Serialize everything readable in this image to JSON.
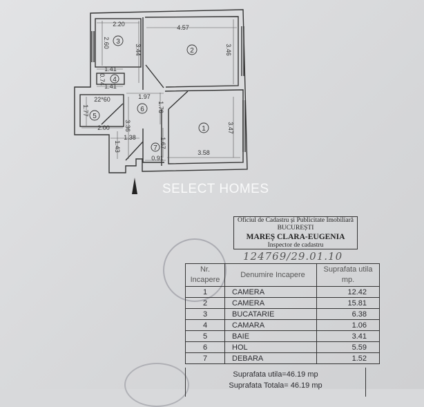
{
  "watermark": "SELECT HOMES",
  "plan": {
    "rooms": [
      {
        "nr": "1"
      },
      {
        "nr": "2"
      },
      {
        "nr": "3"
      },
      {
        "nr": "4"
      },
      {
        "nr": "5"
      },
      {
        "nr": "6"
      },
      {
        "nr": "7"
      }
    ],
    "dimensions": {
      "d_2_20": "2.20",
      "d_4_57": "4.57",
      "d_2_60": "2.60",
      "d_3_44": "3.44",
      "d_3_46": "3.46",
      "d_1_41a": "1.41",
      "d_0_74": "0.74",
      "d_1_41b": "1.41",
      "d_1_97": "1.97",
      "d_1_76": "1.76",
      "d_22_60": "22*60",
      "d_1_77": "1.77",
      "d_2_00": "2.00",
      "d_3_36": "3.36",
      "d_3_47": "3.47",
      "d_1_38": "1.38",
      "d_1_43": "1.43",
      "d_1_67": "1.67",
      "d_0_91": "0.91",
      "d_3_58": "3.58"
    }
  },
  "stamp": {
    "office": "Oficiul de Cadastru și Publicitate Imobiliară",
    "city": "BUCUREȘTI",
    "name": "MAREȘ CLARA-EUGENIA",
    "role": "Inspector de cadastru"
  },
  "handwritten_ref": "124769/29.01.10",
  "table": {
    "headers": {
      "nr": "Nr. Incapere",
      "name": "Denumire Incapere",
      "area": "Suprafata utila mp."
    },
    "rows": [
      {
        "nr": "1",
        "name": "CAMERA",
        "area": "12.42"
      },
      {
        "nr": "2",
        "name": "CAMERA",
        "area": "15.81"
      },
      {
        "nr": "3",
        "name": "BUCATARIE",
        "area": "6.38"
      },
      {
        "nr": "4",
        "name": "CAMARA",
        "area": "1.06"
      },
      {
        "nr": "5",
        "name": "BAIE",
        "area": "3.41"
      },
      {
        "nr": "6",
        "name": "HOL",
        "area": "5.59"
      },
      {
        "nr": "7",
        "name": "DEBARA",
        "area": "1.52"
      }
    ],
    "total_useful": "Suprafata utila=46.19 mp",
    "total": "Suprafata Totala= 46.19 mp"
  }
}
